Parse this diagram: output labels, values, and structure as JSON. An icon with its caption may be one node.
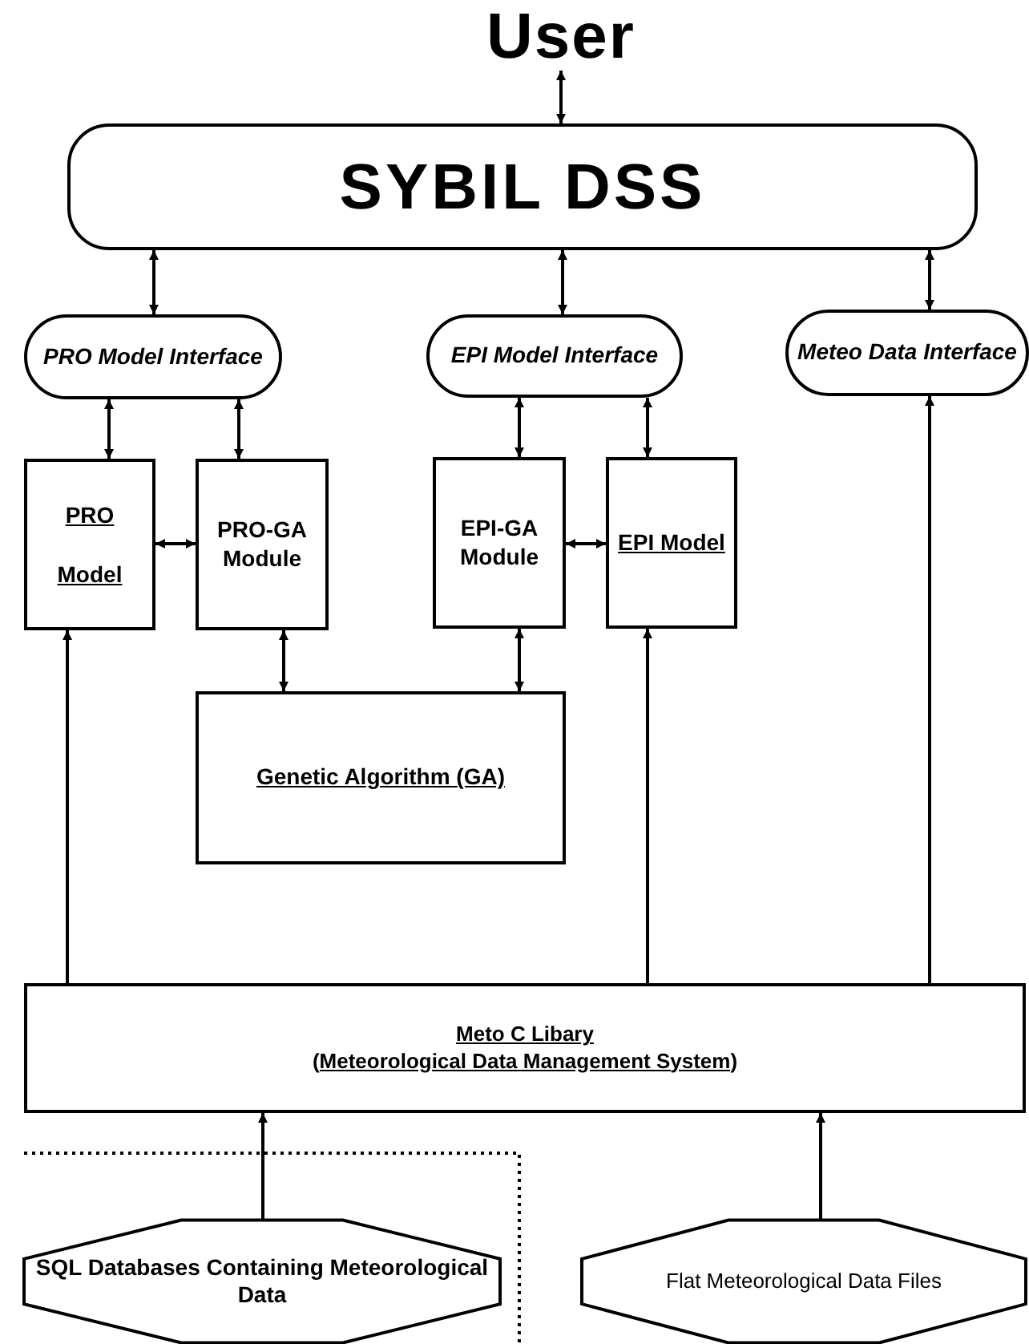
{
  "diagram": {
    "nodes": [
      {
        "text": [
          "User"
        ]
      },
      {
        "text": [
          "SYBIL DSS"
        ]
      },
      {
        "text": [
          "PRO Model Interface"
        ]
      },
      {
        "text": [
          "EPI Model Interface"
        ]
      },
      {
        "text": [
          "Meteo Data Interface"
        ]
      },
      {
        "text": [
          "PRO Model"
        ]
      },
      {
        "text": [
          "PRO-GA Module"
        ]
      },
      {
        "text": [
          "EPI-GA Module"
        ]
      },
      {
        "text": [
          "EPI Model"
        ]
      },
      {
        "text": [
          "Genetic Algorithm (GA)"
        ]
      },
      {
        "text": [
          "Meto C Libary",
          "(Meteorological Data Management System)"
        ]
      },
      {
        "text": [
          "SQL Databases Containing Meteorological Data"
        ]
      },
      {
        "text": [
          "Flat Meteorological Data Files"
        ]
      }
    ],
    "edges": [
      {
        "from": 0,
        "to": 1,
        "arrow": "both"
      },
      {
        "from": 1,
        "to": 2,
        "arrow": "both"
      },
      {
        "from": 1,
        "to": 3,
        "arrow": "both"
      },
      {
        "from": 1,
        "to": 4,
        "arrow": "both"
      },
      {
        "from": 2,
        "to": 5,
        "arrow": "both"
      },
      {
        "from": 2,
        "to": 6,
        "arrow": "both"
      },
      {
        "from": 3,
        "to": 7,
        "arrow": "both"
      },
      {
        "from": 3,
        "to": 8,
        "arrow": "both"
      },
      {
        "from": 5,
        "to": 6,
        "arrow": "both"
      },
      {
        "from": 7,
        "to": 8,
        "arrow": "both"
      },
      {
        "from": 6,
        "to": 9,
        "arrow": "both"
      },
      {
        "from": 7,
        "to": 9,
        "arrow": "both"
      },
      {
        "from": 10,
        "to": 5,
        "arrow": "to"
      },
      {
        "from": 10,
        "to": 8,
        "arrow": "to"
      },
      {
        "from": 10,
        "to": 4,
        "arrow": "to"
      },
      {
        "from": 11,
        "to": 10,
        "arrow": "to"
      },
      {
        "from": 12,
        "to": 10,
        "arrow": "to"
      }
    ]
  }
}
